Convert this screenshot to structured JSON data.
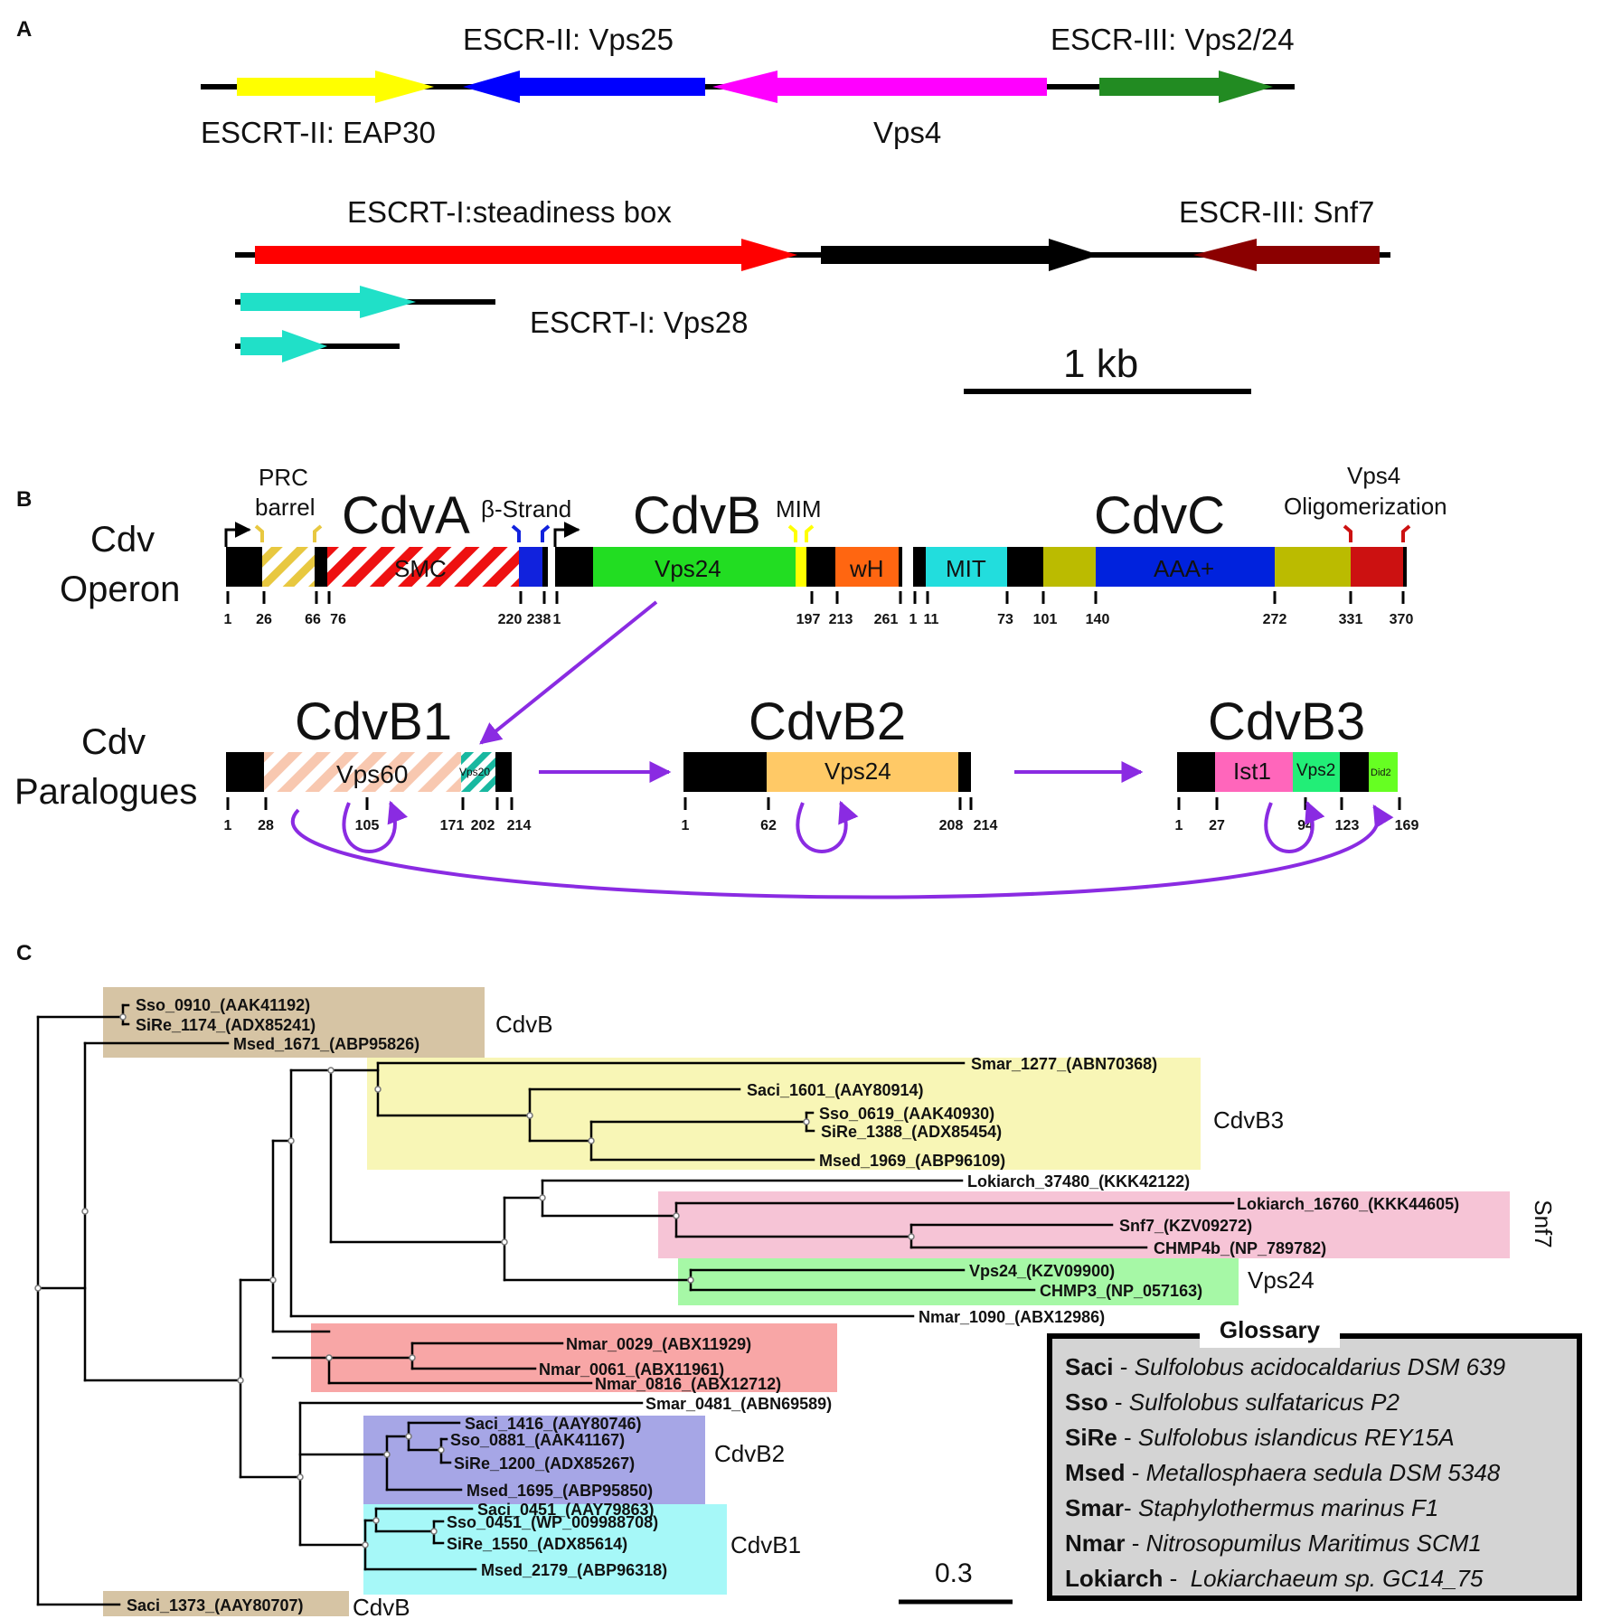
{
  "panels": {
    "a": "A",
    "b": "B",
    "c": "C"
  },
  "panel_a": {
    "gene_labels": {
      "eap30": "ESCRT-II: EAP30",
      "vps25": "ESCR-II: Vps25",
      "vps4": "Vps4",
      "vps2_24": "ESCR-III: Vps2/24",
      "steadiness": "ESCRT-I:steadiness box",
      "snf7": "ESCR-III: Snf7",
      "vps28": "ESCRT-I: Vps28"
    },
    "scale_label": "1 kb",
    "colors": {
      "eap30": "#ffff00",
      "vps25": "#0000ff",
      "vps4": "#ff00ff",
      "vps2_24": "#228b22",
      "steadiness": "#ff0000",
      "unknown": "#000000",
      "snf7": "#8b0000",
      "vps28": "#20e0c8"
    }
  },
  "panel_b": {
    "operon_label": [
      "Cdv",
      "Operon"
    ],
    "paralogues_label": [
      "Cdv",
      "Paralogues"
    ],
    "proteins": {
      "cdva": "CdvA",
      "cdvb": "CdvB",
      "cdvc": "CdvC",
      "cdvb1": "CdvB1",
      "cdvb2": "CdvB2",
      "cdvb3": "CdvB3"
    },
    "annotations": {
      "prc": [
        "PRC",
        "barrel"
      ],
      "beta": "β-Strand",
      "mim": "MIM",
      "vps4_olig": [
        "Vps4",
        "Oligomerization"
      ]
    },
    "domains": {
      "smc": "SMC",
      "vps24": "Vps24",
      "wh": "wH",
      "mit": "MIT",
      "aaa": "AAA+",
      "vps60": "Vps60",
      "vps20": "Vps20",
      "vps24_b2": "Vps24",
      "ist1": "Ist1",
      "vps2": "Vps2",
      "did2": "Did2"
    },
    "ticks": {
      "cdva": [
        "1",
        "26",
        "66",
        "76",
        "220",
        "238"
      ],
      "cdvb": [
        "1",
        "197",
        "213",
        "261"
      ],
      "cdvc": [
        "1",
        "11",
        "73",
        "101",
        "140",
        "272",
        "331",
        "370"
      ],
      "cdvb1": [
        "1",
        "28",
        "105",
        "171",
        "202",
        "214"
      ],
      "cdvb2": [
        "1",
        "62",
        "208",
        "214"
      ],
      "cdvb3": [
        "1",
        "27",
        "94",
        "123",
        "169"
      ]
    },
    "colors": {
      "arrows": "#8a2be2",
      "cdvb_vps24": "#22dd22",
      "wh": "#ff6611",
      "mit": "#22dddd",
      "olive": "#bbbb00",
      "aaa": "#0022dd",
      "cdvc_end": "#cc1111",
      "vps60": "#f8c8b0",
      "vps20": "#18b8a0",
      "cdvb2_vps24": "#ffc966",
      "ist1": "#ff66bb",
      "vps2": "#22ee77",
      "did2": "#66ff22"
    }
  },
  "panel_c": {
    "leaves": {
      "sso0910": "Sso_0910_(AAK41192)",
      "sire1174": "SiRe_1174_(ADX85241)",
      "msed1671": "Msed_1671_(ABP95826)",
      "smar1277": "Smar_1277_(ABN70368)",
      "saci1601": "Saci_1601_(AAY80914)",
      "sso0619": "Sso_0619_(AAK40930)",
      "sire1388": "SiRe_1388_(ADX85454)",
      "msed1969": "Msed_1969_(ABP96109)",
      "loki37480": "Lokiarch_37480_(KKK42122)",
      "loki16760": "Lokiarch_16760_(KKK44605)",
      "snf7": "Snf7_(KZV09272)",
      "chmp4b": "CHMP4b_(NP_789782)",
      "vps24": "Vps24_(KZV09900)",
      "chmp3": "CHMP3_(NP_057163)",
      "nmar1090": "Nmar_1090_(ABX12986)",
      "nmar0029": "Nmar_0029_(ABX11929)",
      "nmar0061": "Nmar_0061_(ABX11961)",
      "nmar0816": "Nmar_0816_(ABX12712)",
      "smar0481": "Smar_0481_(ABN69589)",
      "saci1416": "Saci_1416_(AAY80746)",
      "sso0881": "Sso_0881_(AAK41167)",
      "sire1200": "SiRe_1200_(ADX85267)",
      "msed1695": "Msed_1695_(ABP95850)",
      "saci0451": "Saci_0451_(AAY79863)",
      "sso0451": "Sso_0451_(WP_009988708)",
      "sire1550": "SiRe_1550_(ADX85614)",
      "msed2179": "Msed_2179_(ABP96318)",
      "saci1373": "Saci_1373_(AAY80707)"
    },
    "clades": {
      "cdvb_top": "CdvB",
      "cdvb3": "CdvB3",
      "snf7": "Snf7",
      "vps24": "Vps24",
      "cdvb2": "CdvB2",
      "cdvb1": "CdvB1",
      "cdvb_bottom": "CdvB"
    },
    "scale_label": "0.3",
    "clade_colors": {
      "cdvb": "#d6c4a4",
      "cdvb3": "#f8f6b6",
      "snf7": "#f6c4d6",
      "vps24": "#a6f8a6",
      "nmar": "#f8a6a6",
      "cdvb2": "#a6a6e6",
      "cdvb1": "#a6f8f8"
    },
    "glossary": {
      "title": "Glossary",
      "entries": [
        {
          "abbr": "Saci",
          "sep": " - ",
          "species": "Sulfolobus acidocaldarius DSM 639"
        },
        {
          "abbr": "Sso",
          "sep": " - ",
          "species": "Sulfolobus sulfataricus P2"
        },
        {
          "abbr": "SiRe",
          "sep": " - ",
          "species": "Sulfolobus islandicus REY15A"
        },
        {
          "abbr": "Msed",
          "sep": " - ",
          "species": "Metallosphaera sedula DSM 5348"
        },
        {
          "abbr": "Smar",
          "sep": "- ",
          "species": "Staphylothermus marinus F1"
        },
        {
          "abbr": "Nmar",
          "sep": " - ",
          "species": "Nitrosopumilus Maritimus SCM1"
        },
        {
          "abbr": "Lokiarch",
          "sep": " -  ",
          "species": "Lokiarchaeum sp. GC14_75"
        }
      ]
    }
  }
}
